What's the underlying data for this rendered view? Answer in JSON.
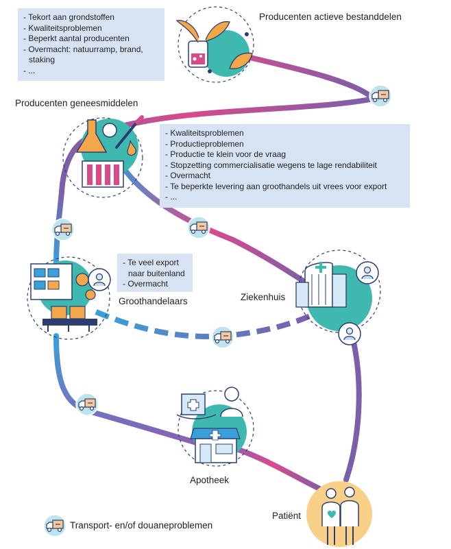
{
  "nodes": {
    "api": "Producenten actieve bestanddelen",
    "manufacturers": "Producenten geneesmiddelen",
    "wholesalers": "Groothandelaars",
    "hospital": "Ziekenhuis",
    "pharmacy": "Apotheek",
    "patient": "Patiënt"
  },
  "boxes": {
    "api_problems": [
      "- Tekort aan grondstoffen",
      "- Kwaliteitsproblemen",
      "- Beperkt aantal producenten",
      "- Overmacht: natuurramp, brand,",
      "  staking",
      "- ..."
    ],
    "manufacturer_problems": [
      "- Kwaliteitsproblemen",
      "- Productieproblemen",
      "- Productie te klein voor de vraag",
      "- Stopzetting commercialisatie wegens te lage rendabiliteit",
      "- Overmacht",
      "- Te beperkte levering aan groothandels uit vrees voor export",
      "- ..."
    ],
    "wholesaler_problems": [
      "- Te veel export",
      "  naar buitenland",
      "- Overmacht"
    ]
  },
  "legend": {
    "label": "Transport- en/of douaneproblemen",
    "icon": "truck-icon"
  },
  "colors": {
    "purple": "#7b5fa8",
    "pink": "#d84b8b",
    "blue": "#3aa0dc",
    "teal": "#3fb8b0",
    "orange": "#f3a74a",
    "navy": "#2c3e70",
    "box": "#d7e3f3"
  }
}
